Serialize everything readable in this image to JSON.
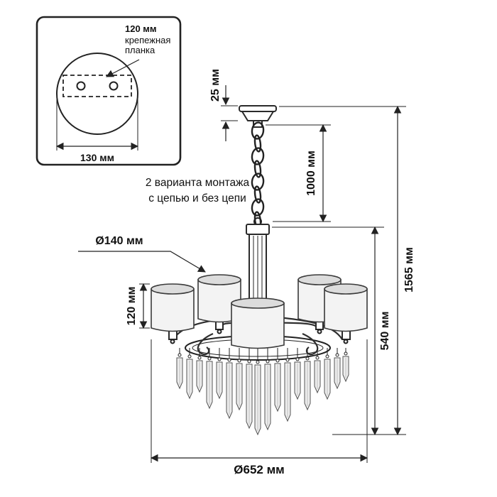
{
  "inset": {
    "plate_length": "120 мм",
    "plate_label_line1": "крепежная",
    "plate_label_line2": "планка",
    "plate_width": "130 мм"
  },
  "notes": {
    "mounting_line1": "2 варианта монтажа",
    "mounting_line2": "с цепью и без цепи"
  },
  "dimensions": {
    "canopy_height": "25 мм",
    "chain_length": "1000 мм",
    "total_height": "1565 мм",
    "body_height": "540 мм",
    "shade_diameter": "Ø140 мм",
    "shade_height": "120 мм",
    "overall_diameter": "Ø652 мм"
  },
  "colors": {
    "line": "#222222",
    "outline": "#3a3a3a",
    "background": "#ffffff",
    "shade_fill": "#f3f3f3",
    "shade_top": "#dcdcdc",
    "crystal_fill": "#ededed"
  }
}
